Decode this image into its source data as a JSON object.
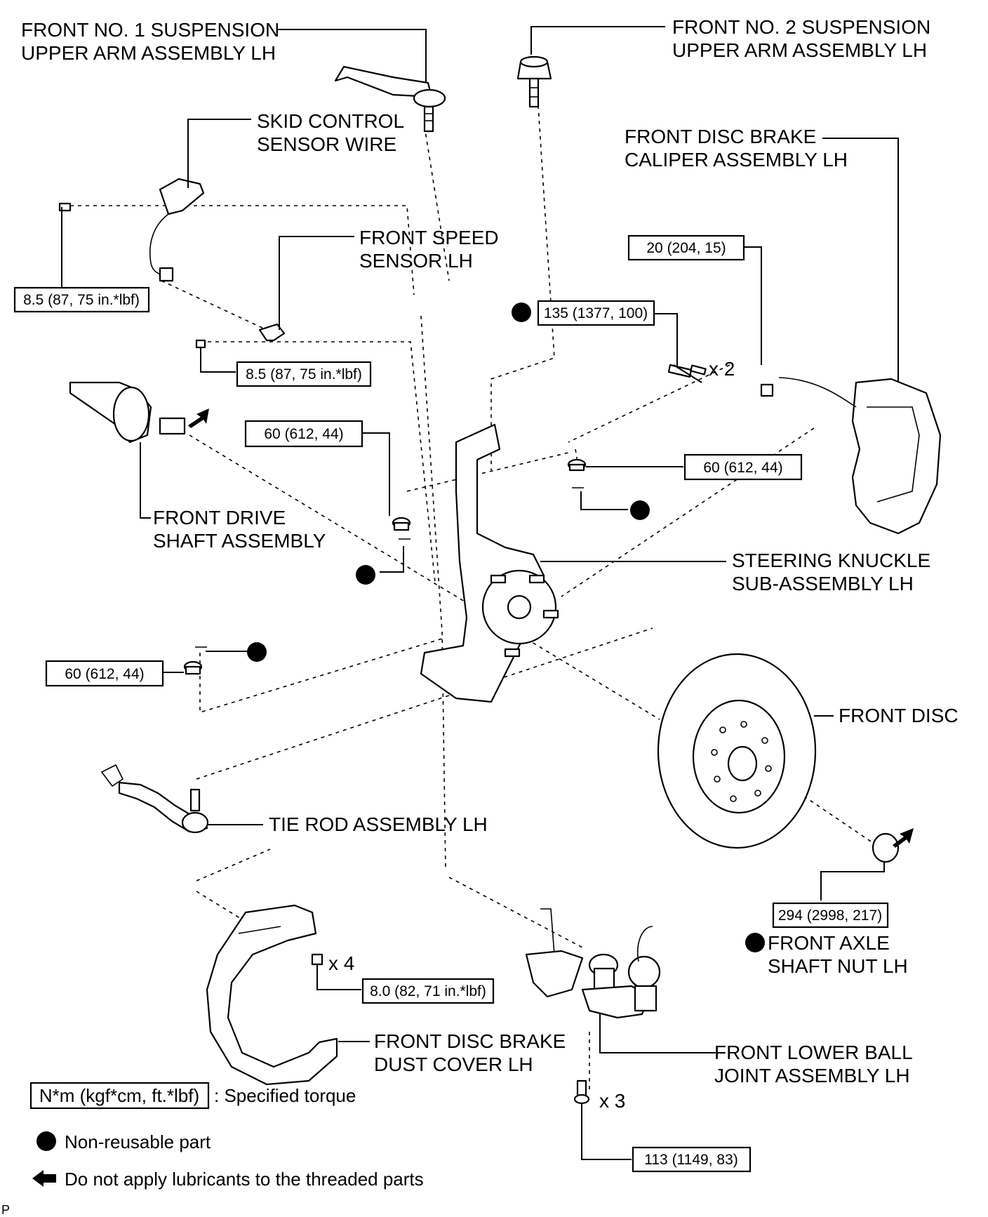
{
  "labels": {
    "upper_arm_1": [
      "FRONT NO. 1 SUSPENSION",
      "UPPER ARM ASSEMBLY LH"
    ],
    "upper_arm_2": [
      "FRONT NO. 2 SUSPENSION",
      "UPPER ARM ASSEMBLY LH"
    ],
    "skid_control_wire": [
      "SKID CONTROL",
      "SENSOR WIRE"
    ],
    "caliper": [
      "FRONT DISC BRAKE",
      "CALIPER ASSEMBLY LH"
    ],
    "speed_sensor": [
      "FRONT SPEED",
      "SENSOR LH"
    ],
    "drive_shaft": [
      "FRONT DRIVE",
      "SHAFT ASSEMBLY"
    ],
    "steering_knuckle": [
      "STEERING KNUCKLE",
      "SUB-ASSEMBLY LH"
    ],
    "front_disc": "FRONT DISC",
    "tie_rod": "TIE ROD ASSEMBLY LH",
    "axle_nut": [
      "FRONT AXLE",
      "SHAFT NUT LH"
    ],
    "dust_cover": [
      "FRONT DISC BRAKE",
      "DUST COVER LH"
    ],
    "lower_ball_joint": [
      "FRONT LOWER BALL",
      "JOINT ASSEMBLY LH"
    ]
  },
  "torques": {
    "wire_bolt": "8.5 (87, 75 in.*lbf)",
    "sensor_bolt": "8.5 (87, 75 in.*lbf)",
    "caliper_hose_bolt": "20 (204, 15)",
    "caliper_bolt": "135 (1377, 100)",
    "upper_arm_1_nut": "60 (612, 44)",
    "upper_arm_2_nut": "60 (612, 44)",
    "tie_rod_nut": "60 (612, 44)",
    "axle_nut": "294 (2998, 217)",
    "dust_cover_bolt": "8.0 (82, 71 in.*lbf)",
    "ball_joint_bolt": "113 (1149, 83)"
  },
  "quantities": {
    "caliper_bolt": "x 2",
    "dust_cover_bolt": "x 4",
    "ball_joint_bolt": "x 3"
  },
  "legend": {
    "torque_box": "N*m (kgf*cm, ft.*lbf)",
    "torque_text": ": Specified torque",
    "non_reusable": "Non-reusable part",
    "no_lubricant": "Do not apply lubricants to the threaded parts"
  },
  "corner_mark": "P"
}
